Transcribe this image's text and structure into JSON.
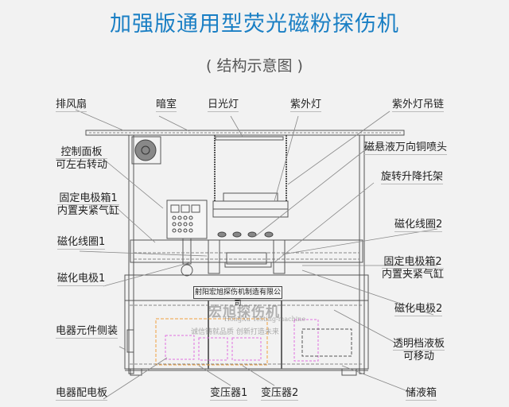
{
  "header": {
    "title": "加强版通用型荧光磁粉探伤机",
    "subtitle": "( 结构示意图 )"
  },
  "labels": {
    "exhaust_fan": "排风扇",
    "darkroom": "暗室",
    "daylight_lamp": "日光灯",
    "uv_lamp": "紫外灯",
    "uv_lamp_chain": "紫外灯吊链",
    "nozzle": "磁悬液万向铜喷头",
    "rotating_bracket": "旋转升降托架",
    "control_panel_l1": "控制面板",
    "control_panel_l2": "可左右转动",
    "electrode_box1_l1": "固定电极箱1",
    "electrode_box1_l2": "内置夹紧气缸",
    "coil1": "磁化线圈1",
    "electrode1": "磁化电极1",
    "coil2": "磁化线圈2",
    "electrode_box2_l1": "固定电极箱2",
    "electrode_box2_l2": "内置夹紧气缸",
    "electrode2": "磁化电极2",
    "side_components": "电器元件侧装",
    "shield_l1": "透明档液板",
    "shield_l2": "可移动",
    "distribution_board": "电器配电板",
    "transformer1": "变压器1",
    "transformer2": "变压器2",
    "tank": "储液箱"
  },
  "nameplate": "射阳宏旭探伤机制造有限公司",
  "watermark": {
    "brand": "宏旭探伤机",
    "english": "HongXu Testing-machine",
    "slogan": "诚信铸就品质  创新打造未来"
  },
  "colors": {
    "title": "#1a7fc4",
    "background": "#f2f2f2",
    "line": "#555555",
    "hidden_orange": "#f0a040",
    "hidden_magenta": "#e070e0"
  }
}
